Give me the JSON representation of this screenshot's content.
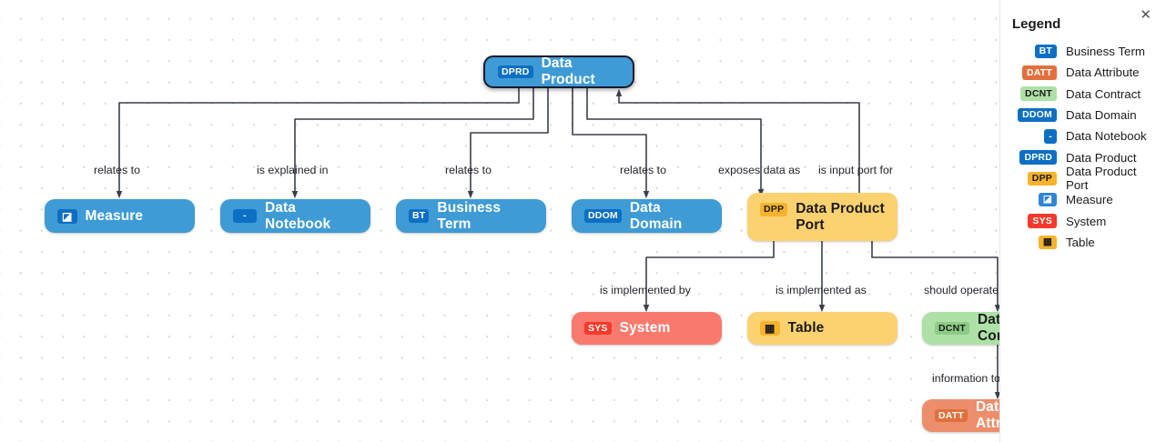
{
  "legend": {
    "title": "Legend",
    "close_icon": "close-icon",
    "items": [
      {
        "code": "BT",
        "label": "Business Term",
        "bg": "#0d6fc4",
        "fg": "#ffffff"
      },
      {
        "code": "DATT",
        "label": "Data Attribute",
        "bg": "#e2703c",
        "fg": "#ffffff"
      },
      {
        "code": "DCNT",
        "label": "Data Contract",
        "bg": "#aee0a8",
        "fg": "#1a1a1a"
      },
      {
        "code": "DDOM",
        "label": "Data Domain",
        "bg": "#0d6fc4",
        "fg": "#ffffff"
      },
      {
        "code": "-",
        "label": "Data Notebook",
        "bg": "#0d6fc4",
        "fg": "#ffffff"
      },
      {
        "code": "DPRD",
        "label": "Data Product",
        "bg": "#0d6fc4",
        "fg": "#ffffff"
      },
      {
        "code": "DPP",
        "label": "Data Product Port",
        "bg": "#f7b32b",
        "fg": "#1a1a1a"
      },
      {
        "code": "◪",
        "label": "Measure",
        "bg": "#2f86d4",
        "fg": "#ffffff"
      },
      {
        "code": "SYS",
        "label": "System",
        "bg": "#f5392a",
        "fg": "#ffffff"
      },
      {
        "code": "▦",
        "label": "Table",
        "bg": "#f7b32b",
        "fg": "#1a1a1a"
      }
    ]
  },
  "graph": {
    "nodes": [
      {
        "id": "data-product",
        "tag": "DPRD",
        "label": "Data Product",
        "selected": true
      },
      {
        "id": "measure",
        "tag": "◪",
        "label": "Measure"
      },
      {
        "id": "data-notebook",
        "tag": "-",
        "label": "Data Notebook"
      },
      {
        "id": "business-term",
        "tag": "BT",
        "label": "Business Term"
      },
      {
        "id": "data-domain",
        "tag": "DDOM",
        "label": "Data Domain"
      },
      {
        "id": "data-product-port",
        "tag": "DPP",
        "label": "Data Product Port"
      },
      {
        "id": "system",
        "tag": "SYS",
        "label": "System"
      },
      {
        "id": "table",
        "tag": "▦",
        "label": "Table"
      },
      {
        "id": "data-contract",
        "tag": "DCNT",
        "label": "Data Contract"
      },
      {
        "id": "data-attribute",
        "tag": "DATT",
        "label": "Data Attribute"
      }
    ],
    "edges": [
      {
        "id": "e1",
        "label": "relates to",
        "from": "data-product",
        "to": "measure"
      },
      {
        "id": "e2",
        "label": "is explained in",
        "from": "data-product",
        "to": "data-notebook"
      },
      {
        "id": "e3",
        "label": "relates to",
        "from": "data-product",
        "to": "business-term"
      },
      {
        "id": "e4",
        "label": "relates to",
        "from": "data-product",
        "to": "data-domain"
      },
      {
        "id": "e5",
        "label": "exposes data as",
        "from": "data-product",
        "to": "data-product-port"
      },
      {
        "id": "e6",
        "label": "is input port for",
        "from": "data-product-port",
        "to": "data-product"
      },
      {
        "id": "e7",
        "label": "is implemented by",
        "from": "data-product-port",
        "to": "system"
      },
      {
        "id": "e8",
        "label": "is implemented as",
        "from": "data-product-port",
        "to": "table"
      },
      {
        "id": "e9",
        "label": "should operate according to",
        "from": "data-product-port",
        "to": "data-contract"
      },
      {
        "id": "e10",
        "label": "information to be provided",
        "from": "data-contract",
        "to": "data-attribute"
      }
    ]
  }
}
